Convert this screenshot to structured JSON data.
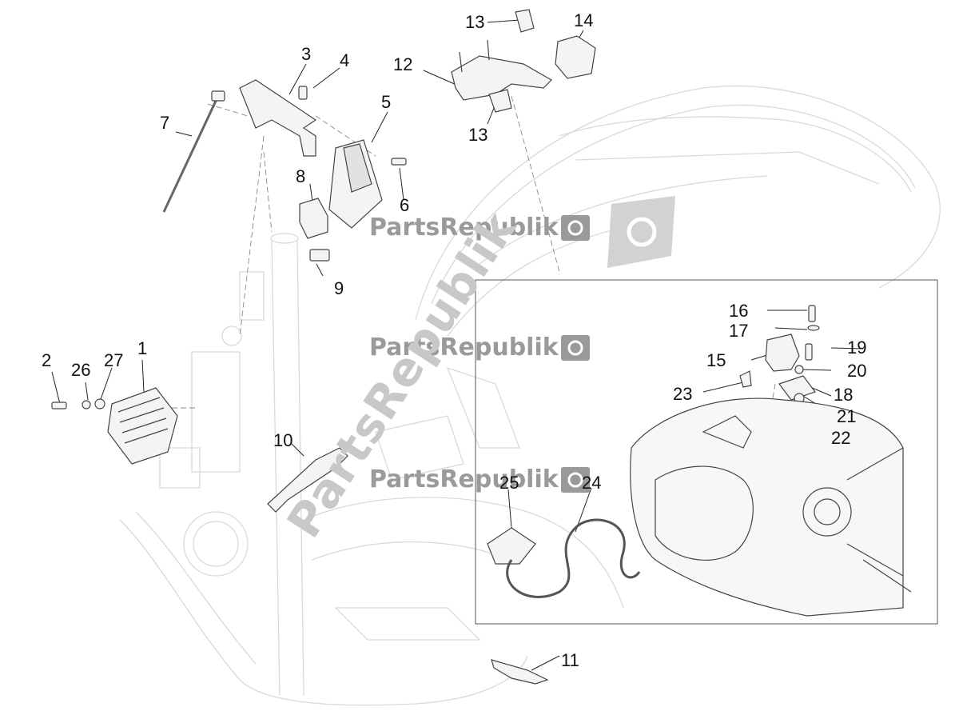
{
  "watermark": {
    "brand": "PartsRepublik",
    "icon": "gear-flag-icon"
  },
  "callouts": [
    {
      "id": "1",
      "label": "1"
    },
    {
      "id": "2",
      "label": "2"
    },
    {
      "id": "3",
      "label": "3"
    },
    {
      "id": "4",
      "label": "4"
    },
    {
      "id": "5",
      "label": "5"
    },
    {
      "id": "6",
      "label": "6"
    },
    {
      "id": "7",
      "label": "7"
    },
    {
      "id": "8",
      "label": "8"
    },
    {
      "id": "9",
      "label": "9"
    },
    {
      "id": "10",
      "label": "10"
    },
    {
      "id": "11",
      "label": "11"
    },
    {
      "id": "12",
      "label": "12"
    },
    {
      "id": "13a",
      "label": "13"
    },
    {
      "id": "13b",
      "label": "13"
    },
    {
      "id": "14",
      "label": "14"
    },
    {
      "id": "15",
      "label": "15"
    },
    {
      "id": "16",
      "label": "16"
    },
    {
      "id": "17",
      "label": "17"
    },
    {
      "id": "18",
      "label": "18"
    },
    {
      "id": "19",
      "label": "19"
    },
    {
      "id": "20",
      "label": "20"
    },
    {
      "id": "21",
      "label": "21"
    },
    {
      "id": "22",
      "label": "22"
    },
    {
      "id": "23",
      "label": "23"
    },
    {
      "id": "24",
      "label": "24"
    },
    {
      "id": "25",
      "label": "25"
    },
    {
      "id": "26",
      "label": "26"
    },
    {
      "id": "27",
      "label": "27"
    }
  ]
}
